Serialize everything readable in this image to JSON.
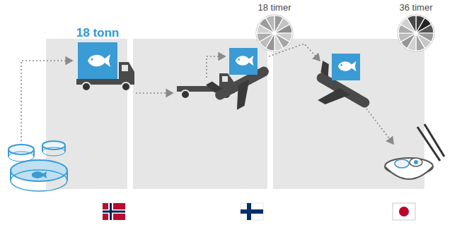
{
  "diagram": {
    "nodes": [
      {
        "text": [
          "18 tonn"
        ]
      },
      {
        "text": [
          "18 timer"
        ]
      },
      {
        "text": [
          "36 timer"
        ]
      }
    ]
  }
}
